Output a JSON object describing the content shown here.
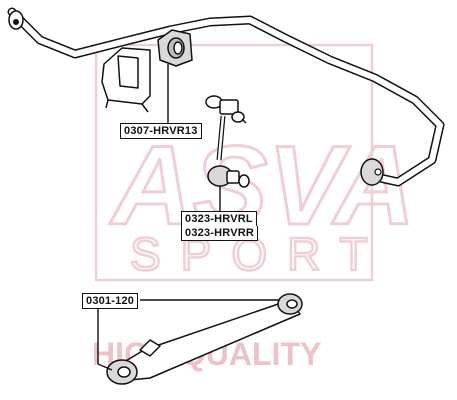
{
  "watermark": {
    "brand_text": "ASVA",
    "sub_text": "SPORT",
    "tagline": "HIGH QUALITY",
    "color": "#e8b8bd"
  },
  "labels": {
    "bushing": "0307-HRVR13",
    "link_left": "0323-HRVRL",
    "link_right": "0323-HRVRR",
    "trailing_arm": "0301-120"
  },
  "colors": {
    "line": "#111111",
    "highlight": "#d9d9d9"
  }
}
